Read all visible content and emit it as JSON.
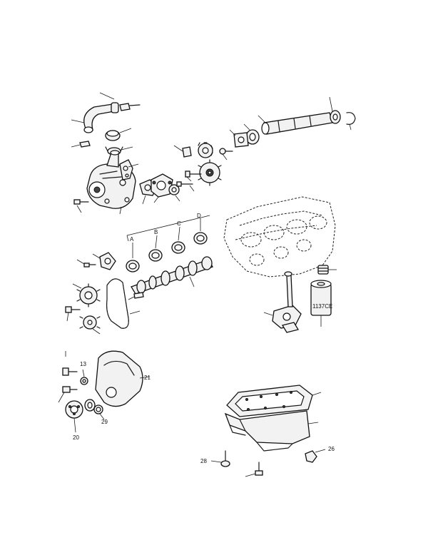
{
  "labels": {
    "bearing_a": "A",
    "bearing_b": "B",
    "bearing_c": "C",
    "bearing_d": "D",
    "part_13": "13",
    "part_20": "20",
    "part_21": "21",
    "part_26": "26",
    "part_28": "28",
    "part_29": "29"
  },
  "filter_text": "1137CE"
}
